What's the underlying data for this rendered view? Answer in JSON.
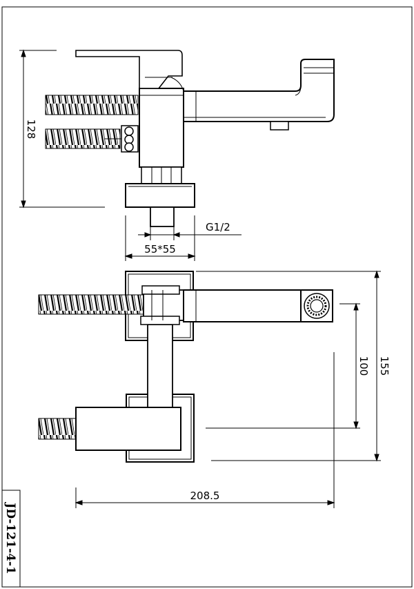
{
  "drawing": {
    "model_code": "JD-121-4-1",
    "dimensions": {
      "height_side": "128",
      "thread": "G1/2",
      "flange": "55*55",
      "outlet_height": "100",
      "total_height": "155",
      "total_length": "208.5"
    }
  },
  "colors": {
    "line": "#000000",
    "background": "#ffffff"
  }
}
